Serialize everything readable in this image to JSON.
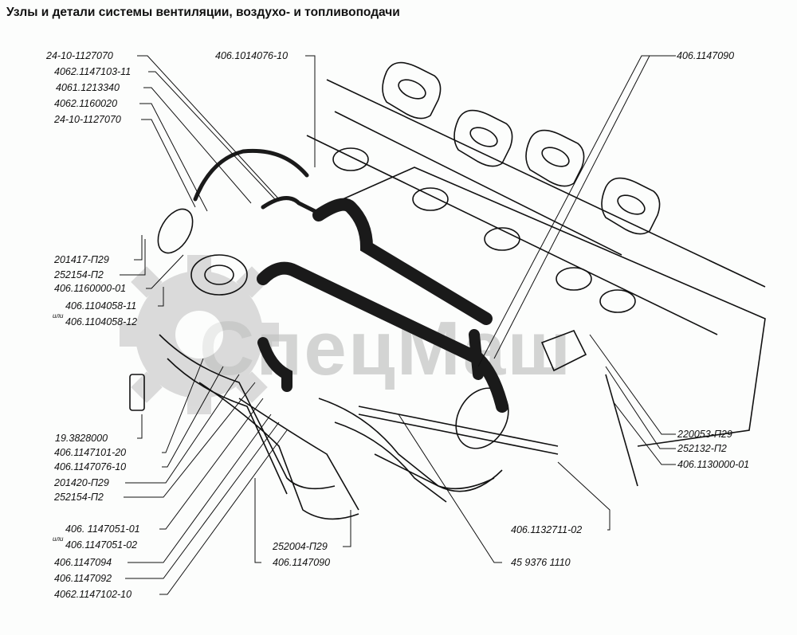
{
  "title": "Узлы и детали системы вентиляции, воздухо- и топливоподачи",
  "watermark": "СпецМаш",
  "or_word": "или",
  "labels_left": [
    "24-10-1127070",
    "4062.1147103-11",
    "4061.1213340",
    "4062.1160020",
    "24-10-1127070",
    "201417-П29",
    "252154-П2",
    "406.1160000-01",
    "406.1104058-11",
    "406.1104058-12",
    "19.3828000",
    "406.1147101-20",
    "406.1147076-10",
    "201420-П29",
    "252154-П2",
    "406. 1147051-01",
    "406.1147051-02",
    "406.1147094",
    "406.1147092",
    "4062.1147102-10"
  ],
  "labels_top": [
    "406.1014076-10",
    "406.1147090"
  ],
  "labels_right": [
    "220053-П29",
    "252132-П2",
    "406.1130000-01",
    "406.1132711-02"
  ],
  "labels_bottom": [
    "252004-П29",
    "406.1147090",
    "45 9376 1110"
  ]
}
